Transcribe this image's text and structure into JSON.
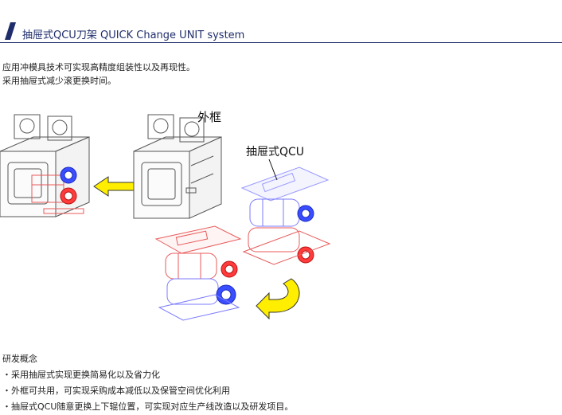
{
  "header": {
    "title": "抽屉式QCU刀架  QUICK Change UNIT system",
    "accent_color": "#1f2d6b"
  },
  "intro": [
    "应用冲模具技术可实现高精度组装性以及再现性。",
    "采用抽屉式减少滚更换时间。"
  ],
  "figure": {
    "label_outer": "外框",
    "label_qcu": "抽屉式QCU",
    "arrow_color": "#ffee00"
  },
  "concept": {
    "heading": "研发概念",
    "bullets": [
      "・采用抽屉式实现更换简易化以及省力化",
      "・外框可共用，可实现采购成本减低以及保管空间优化利用",
      "・抽屉式QCU随意更换上下辊位置，可实现对应生产线改造以及研发项目。"
    ]
  }
}
